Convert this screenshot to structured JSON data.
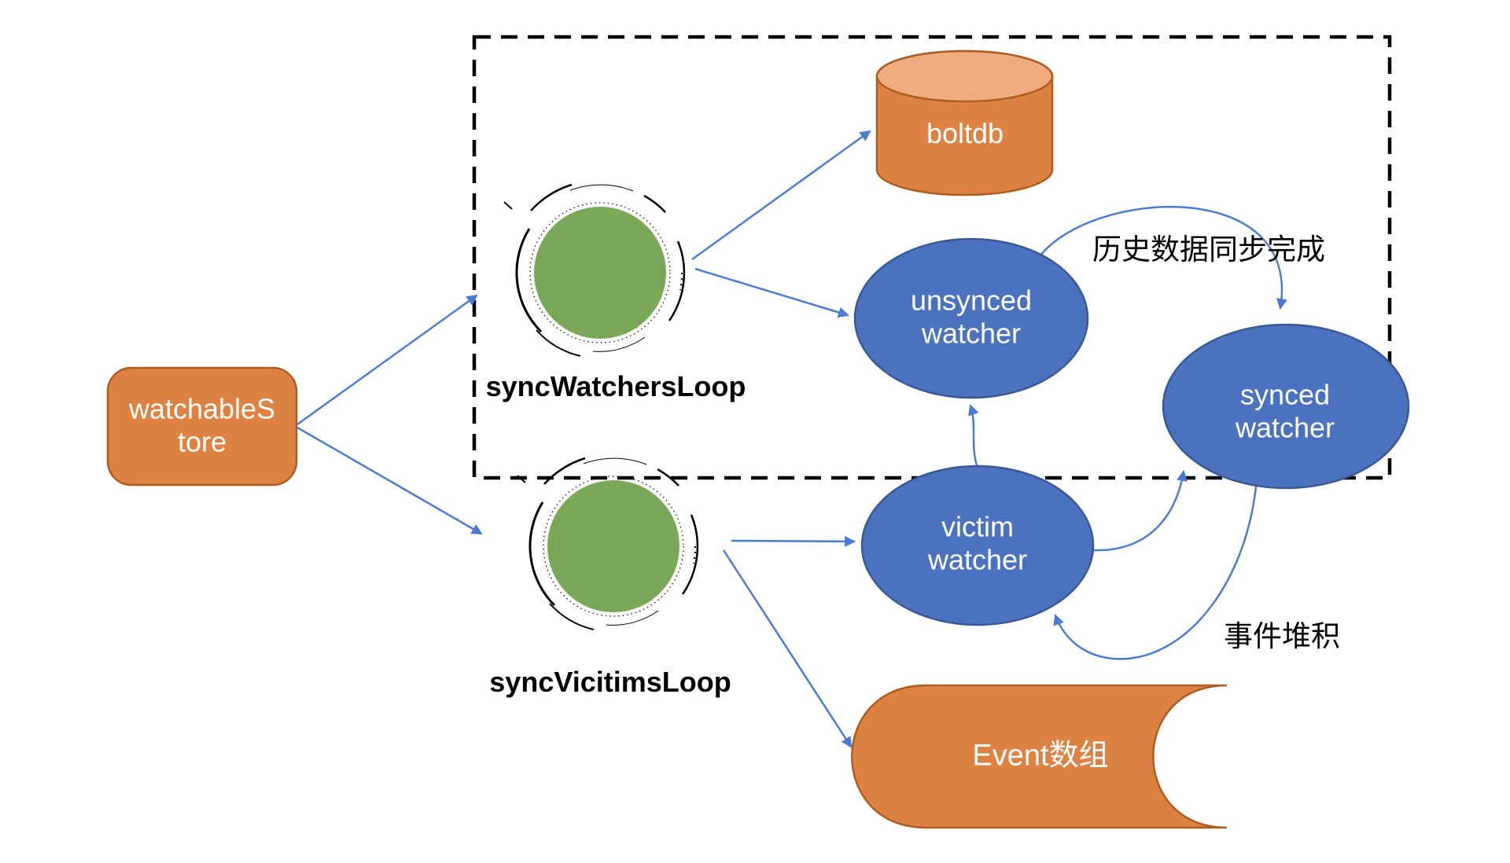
{
  "title": "watchableStore sync loops diagram",
  "colors": {
    "background": "#FFFFFF",
    "orange_fill": "#DE8244",
    "orange_stroke": "#AC5D21",
    "orange_light": "#EFAC81",
    "blue_fill": "#4B72BE",
    "blue_stroke": "#3A5894",
    "green_fill": "#79A758",
    "arrow": "#4C7AD0",
    "boundary_dash": "#000000",
    "node_text": "#FFFFFF",
    "label_text": "#000000"
  },
  "nodes": {
    "watchable_store": {
      "label": "watchableS\ntore"
    },
    "boltdb": {
      "label": "boltdb"
    },
    "unsynced_watcher": {
      "label": "unsynced watcher"
    },
    "synced_watcher": {
      "label": "synced watcher"
    },
    "victim_watcher": {
      "label": "victim watcher"
    },
    "event_array": {
      "label": "Event数组"
    },
    "sync_watchers_loop": {
      "label": "syncWatchersLoop"
    },
    "sync_victims_loop": {
      "label": "syncVicitimsLoop"
    }
  },
  "edge_labels": {
    "history_sync_done": "历史数据同步完成",
    "event_accumulation": "事件堆积"
  }
}
